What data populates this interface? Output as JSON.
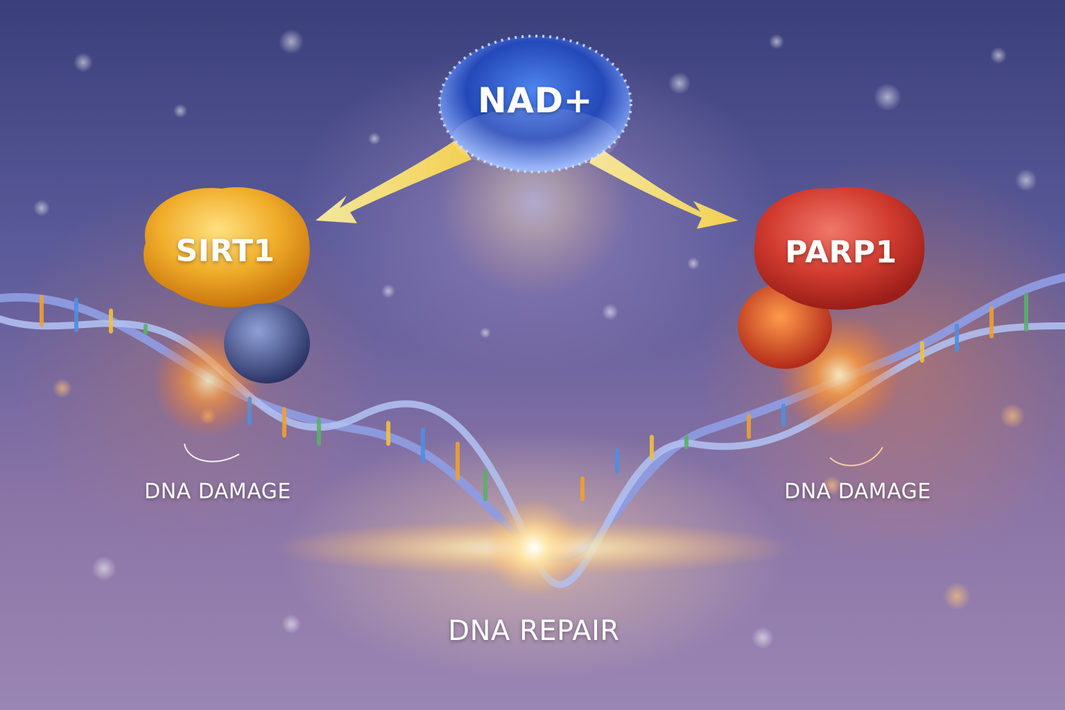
{
  "diagram": {
    "nodes": [
      {
        "id": "nad",
        "label": "NAD+",
        "color": "#2f5fd0"
      },
      {
        "id": "sirt1",
        "label": "SIRT1",
        "color": "#f0b030"
      },
      {
        "id": "parp1",
        "label": "PARP1",
        "color": "#d8453a"
      }
    ],
    "annotations": {
      "left_damage": "DNA DAMAGE",
      "right_damage": "DNA DAMAGE",
      "repair": "DNA REPAIR"
    },
    "edges": [
      {
        "from": "nad",
        "to": "sirt1",
        "style": "yellow-arrow"
      },
      {
        "from": "nad",
        "to": "parp1",
        "style": "yellow-arrow"
      }
    ],
    "colors": {
      "arrow": "#ffe066",
      "dna_backbone": "#8e9be0",
      "glow": "#ffd58a"
    }
  }
}
